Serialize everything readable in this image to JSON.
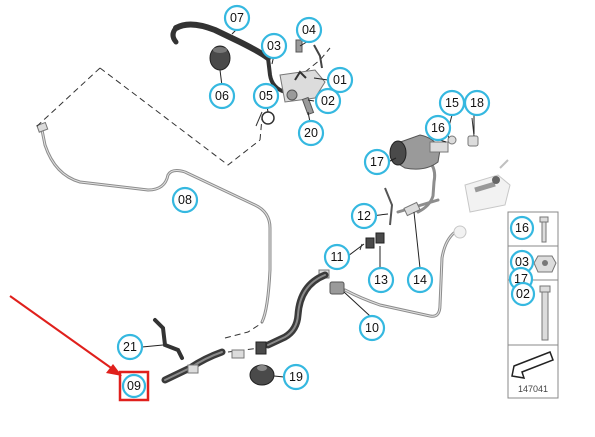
{
  "callouts": [
    {
      "id": "07",
      "label": "07"
    },
    {
      "id": "04",
      "label": "04"
    },
    {
      "id": "03",
      "label": "03"
    },
    {
      "id": "01",
      "label": "01"
    },
    {
      "id": "06",
      "label": "06"
    },
    {
      "id": "05",
      "label": "05"
    },
    {
      "id": "02",
      "label": "02"
    },
    {
      "id": "20",
      "label": "20"
    },
    {
      "id": "15",
      "label": "15"
    },
    {
      "id": "18",
      "label": "18"
    },
    {
      "id": "16",
      "label": "16"
    },
    {
      "id": "17",
      "label": "17"
    },
    {
      "id": "08",
      "label": "08"
    },
    {
      "id": "12",
      "label": "12"
    },
    {
      "id": "11",
      "label": "11"
    },
    {
      "id": "13",
      "label": "13"
    },
    {
      "id": "14",
      "label": "14"
    },
    {
      "id": "10",
      "label": "10"
    },
    {
      "id": "21",
      "label": "21"
    },
    {
      "id": "19",
      "label": "19"
    }
  ],
  "fastener_panel": {
    "items": [
      {
        "id": "16",
        "label": "16"
      },
      {
        "id": "03",
        "label": "03"
      },
      {
        "id": "17",
        "label": "17"
      },
      {
        "id": "02",
        "label": "02"
      }
    ],
    "reference_number": "147041"
  },
  "highlighted_part": {
    "label": "09",
    "color": "#e0201c"
  },
  "colors": {
    "callout_ring": "#35b8e0",
    "highlight": "#e0201c"
  }
}
